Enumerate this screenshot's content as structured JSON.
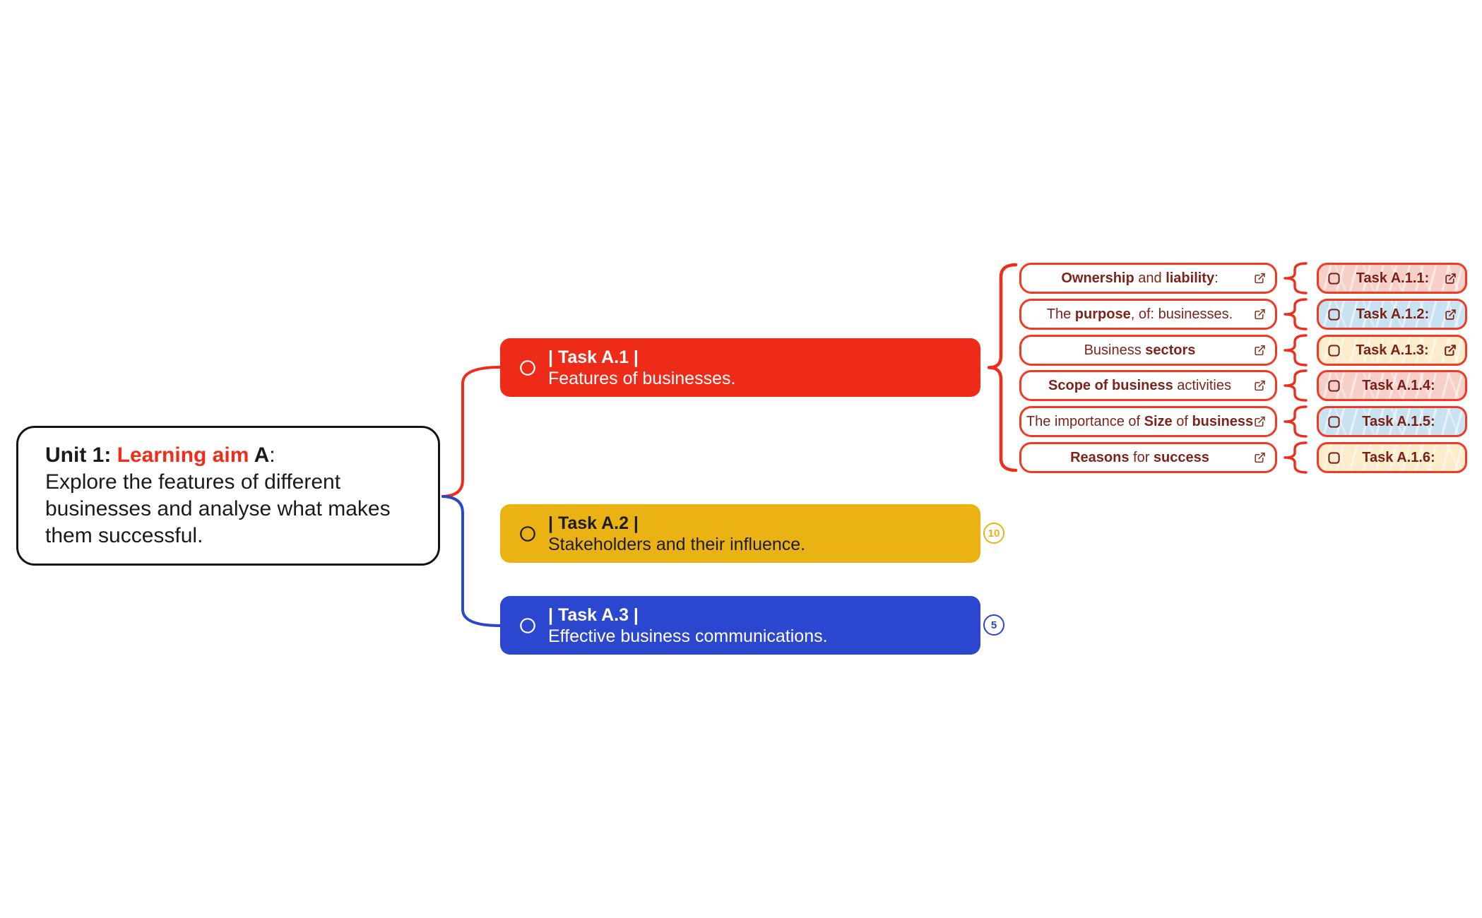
{
  "colors": {
    "task_red": "#ee2a18",
    "task_gold": "#eab313",
    "task_blue": "#2b46cf",
    "outline_red": "#f13a23",
    "label_maroon": "#7e241b",
    "root_border": "#141414",
    "subtask_pink": "#f6cfc9",
    "subtask_light_blue": "#c9e2f1",
    "subtask_cream": "#fbeccb"
  },
  "root": {
    "title_unit": "Unit 1:",
    "title_aim": " Learning aim",
    "title_letter": " A",
    "title_colon": ":",
    "body": "Explore the features of different businesses and analyse what makes them successful."
  },
  "tasks": [
    {
      "title": "| Task A.1 |",
      "subtitle": "Features of businesses.",
      "color": "#ee2a18",
      "text_color": "#ffffff",
      "badge": ""
    },
    {
      "title": "| Task A.2 |",
      "subtitle": "Stakeholders and their influence.",
      "color": "#eab313",
      "text_color": "#1d1d1f",
      "badge": "10"
    },
    {
      "title": "| Task A.3 |",
      "subtitle": "Effective business communications.",
      "color": "#2b46cf",
      "text_color": "#ffffff",
      "badge": "5"
    }
  ],
  "subtopics": [
    {
      "segments": [
        {
          "t": "Ownership",
          "b": true
        },
        {
          "t": " and ",
          "b": false
        },
        {
          "t": "liability",
          "b": true
        },
        {
          "t": ":",
          "b": false
        }
      ]
    },
    {
      "segments": [
        {
          "t": "The ",
          "b": false
        },
        {
          "t": "purpose",
          "b": true
        },
        {
          "t": ", of: businesses.",
          "b": false
        }
      ]
    },
    {
      "segments": [
        {
          "t": "Business ",
          "b": false
        },
        {
          "t": "sectors",
          "b": true
        }
      ]
    },
    {
      "segments": [
        {
          "t": "Scope of business",
          "b": true
        },
        {
          "t": " activities",
          "b": false
        }
      ]
    },
    {
      "segments": [
        {
          "t": "The importance of ",
          "b": false
        },
        {
          "t": "Size",
          "b": true
        },
        {
          "t": " of ",
          "b": false
        },
        {
          "t": "business",
          "b": true
        }
      ]
    },
    {
      "segments": [
        {
          "t": "Reasons",
          "b": true
        },
        {
          "t": " for ",
          "b": false
        },
        {
          "t": "success",
          "b": true
        }
      ]
    }
  ],
  "subtasks": [
    {
      "label": "Task A.1.1:",
      "bg": "#f6cfc9",
      "has_link": true
    },
    {
      "label": "Task A.1.2:",
      "bg": "#c9e2f1",
      "has_link": true
    },
    {
      "label": "Task A.1.3:",
      "bg": "#fbeccb",
      "has_link": true
    },
    {
      "label": "Task A.1.4:",
      "bg": "#f6cfc9",
      "has_link": false
    },
    {
      "label": "Task A.1.5:",
      "bg": "#c9e2f1",
      "has_link": false
    },
    {
      "label": "Task A.1.6:",
      "bg": "#fbeccb",
      "has_link": false
    }
  ]
}
